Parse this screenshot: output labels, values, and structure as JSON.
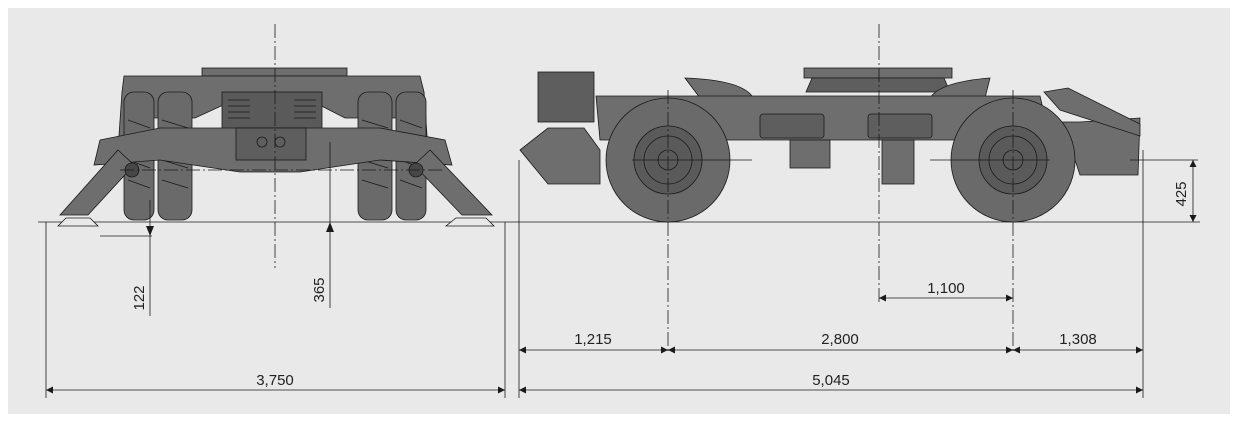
{
  "colors": {
    "background": "#e9e9e9",
    "body_fill": "#6e6e6e",
    "body_dark": "#474747",
    "wheel_fill": "#6a6a6a",
    "line": "#1a1a1a"
  },
  "dimensions": {
    "front_track": "3,750",
    "left_ground_clearance": "122",
    "left_frame_height": "365",
    "front_overhang": "1,215",
    "wheelbase": "2,800",
    "rear_overhang": "1,308",
    "overall_length": "5,045",
    "kingpin_offset": "1,100",
    "side_height": "425"
  }
}
